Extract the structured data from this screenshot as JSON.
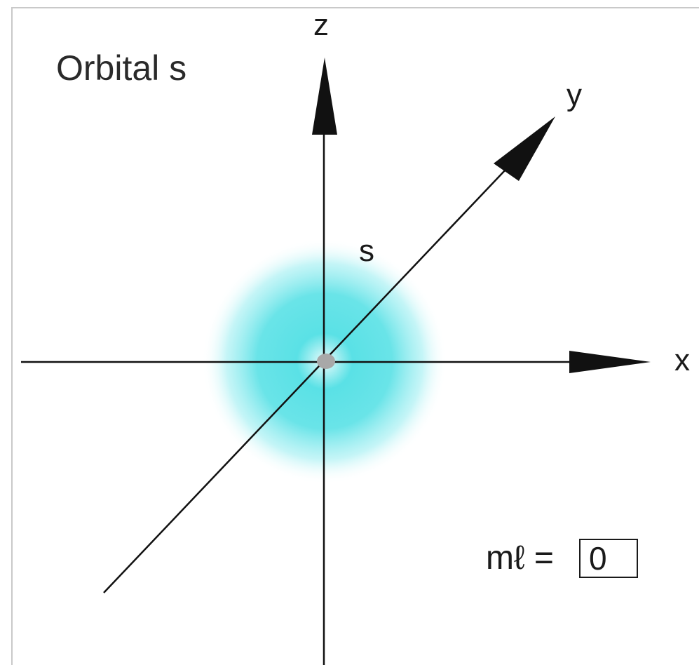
{
  "title": "Orbital s",
  "axes": {
    "x": "x",
    "y": "y",
    "z": "z"
  },
  "orbital_label": "s",
  "magnetic_number": {
    "prefix": "mℓ =",
    "value": "0"
  },
  "colors": {
    "orbital_cloud": "#4fdfe4",
    "nucleus": "#a8a8a8",
    "axis": "#111111"
  }
}
